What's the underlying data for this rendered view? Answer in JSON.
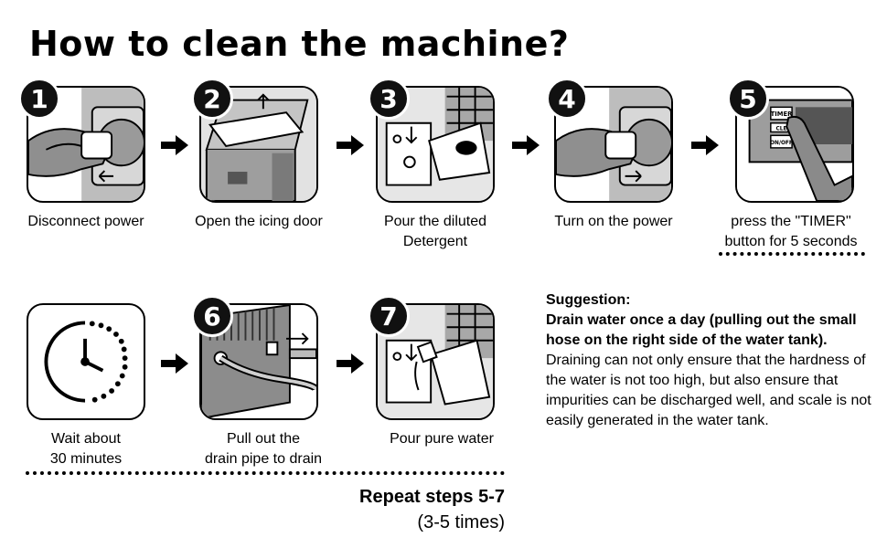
{
  "title": "How to clean the machine?",
  "steps": [
    {
      "badge": "1",
      "caption": "Disconnect power",
      "caption2": ""
    },
    {
      "badge": "2",
      "caption": "Open the icing door",
      "caption2": ""
    },
    {
      "badge": "3",
      "caption": "Pour the diluted",
      "caption2": "Detergent"
    },
    {
      "badge": "4",
      "caption": "Turn on the power",
      "caption2": ""
    },
    {
      "badge": "5",
      "caption": "press the \"TIMER\"",
      "caption2": "button for 5 seconds",
      "panel_labels": [
        "TIMER",
        "CLE",
        "ON/OFF"
      ]
    },
    {
      "badge": "",
      "caption": "Wait about",
      "caption2": "30 minutes"
    },
    {
      "badge": "6",
      "caption": "Pull out the",
      "caption2": "drain pipe to drain"
    },
    {
      "badge": "7",
      "caption": "Pour pure water",
      "caption2": ""
    }
  ],
  "repeat": {
    "line1": "Repeat steps 5-7",
    "line2": "(3-5 times)"
  },
  "suggestion": {
    "heading": "Suggestion:",
    "bold_text": "Drain water once a day (pulling out the small hose on the right side of the water tank).",
    "body_text": "Draining can not only ensure that the hardness of the water is not too high, but also ensure that impurities can be discharged well, and scale is not easily generated in the water tank."
  },
  "icons": [
    "plug-socket-icon",
    "ice-maker-door-icon",
    "detergent-bottle-icon",
    "control-panel-icon",
    "clock-icon",
    "drain-pipe-icon",
    "water-bottle-icon",
    "right-arrow-icon"
  ]
}
